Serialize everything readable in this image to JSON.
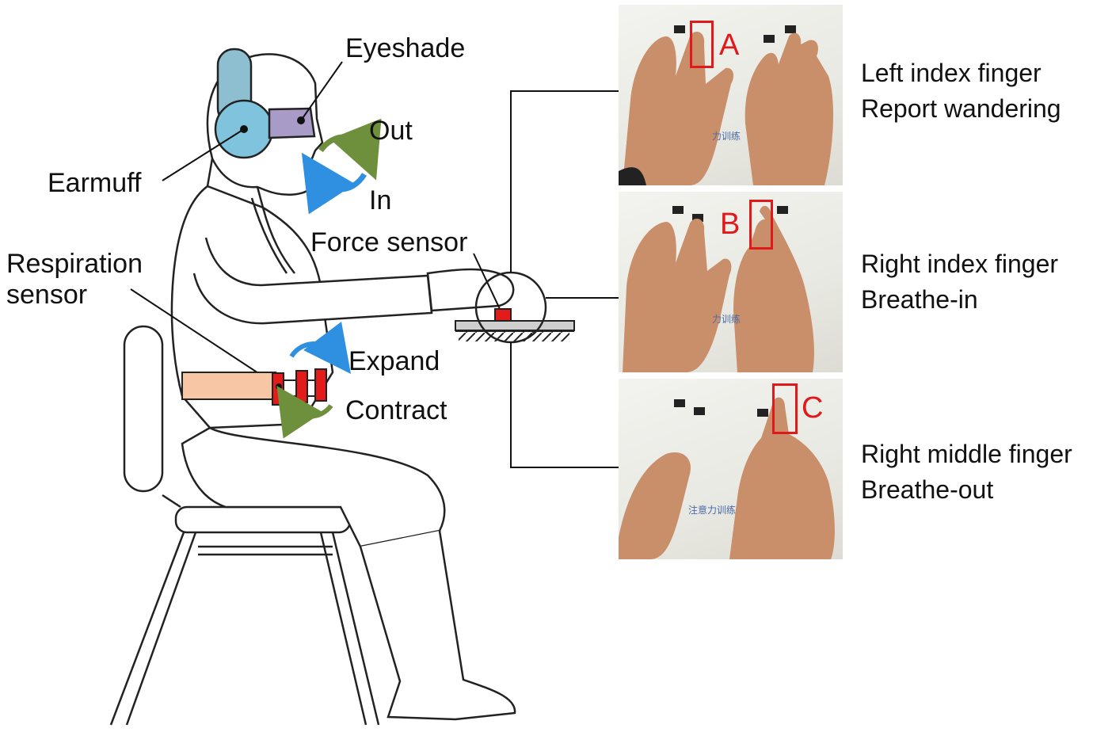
{
  "labels": {
    "eyeshade": "Eyeshade",
    "earmuff": "Earmuff",
    "out": "Out",
    "in": "In",
    "force_sensor": "Force sensor",
    "respiration_sensor_line1": "Respiration",
    "respiration_sensor_line2": "sensor",
    "expand": "Expand",
    "contract": "Contract"
  },
  "panels": [
    {
      "marker": "A",
      "caption_line1": "Left index finger",
      "caption_line2": "Report wandering"
    },
    {
      "marker": "B",
      "caption_line1": "Right index finger",
      "caption_line2": "Breathe-in"
    },
    {
      "marker": "C",
      "caption_line1": "Right middle finger",
      "caption_line2": "Breathe-out"
    }
  ],
  "colors": {
    "earmuff": "#7fc3dc",
    "headband": "#8dbfd0",
    "eyeshade": "#a99bc7",
    "belt": "#f7c7a5",
    "sensor": "#e31b1b",
    "arrow_green": "#6e8f3b",
    "arrow_blue": "#2f8fe0",
    "marker_red": "#e0191b",
    "skin": "#c98e6a"
  },
  "icons": [
    "headphone-icon",
    "eyeshade-icon",
    "breath-cycle-arrow-icon",
    "belt-sensor-icon",
    "ground-hatch-icon"
  ]
}
